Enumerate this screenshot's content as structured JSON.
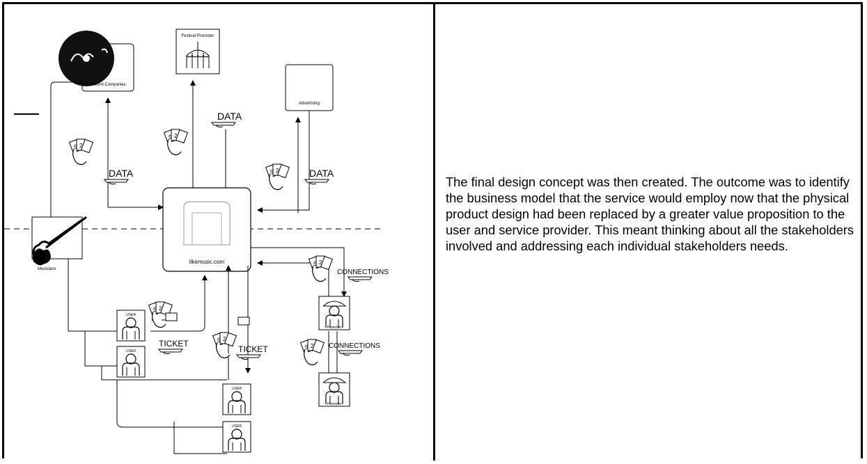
{
  "description_text": "The final design concept was then created. The outcome was to identify the business model that the service would employ now that the physical product design had been replaced by a greater value proposition to the user and service provider. This meant thinking about all the stakeholders involved and addressing each individual stakeholders needs.",
  "diagram": {
    "center_label": "likemusic.com",
    "record_label": "Record Companies",
    "festival_label": "Festival Promoter",
    "advertising_label": "Advertising",
    "musicians_label": "Musicians",
    "data_label_1": "DATA",
    "data_label_2": "DATA",
    "data_label_3": "DATA",
    "connections_label_1": "CONNECTIONS",
    "connections_label_2": "CONNECTIONS",
    "ticket_label_1": "TICKET",
    "ticket_label_2": "TICKET",
    "user_label_1": "USER",
    "user_label_2": "USER",
    "user_label_3": "USER",
    "user_label_4": "USER",
    "promoter_label_1": "Promoter",
    "promoter_label_2": "Promoter"
  }
}
